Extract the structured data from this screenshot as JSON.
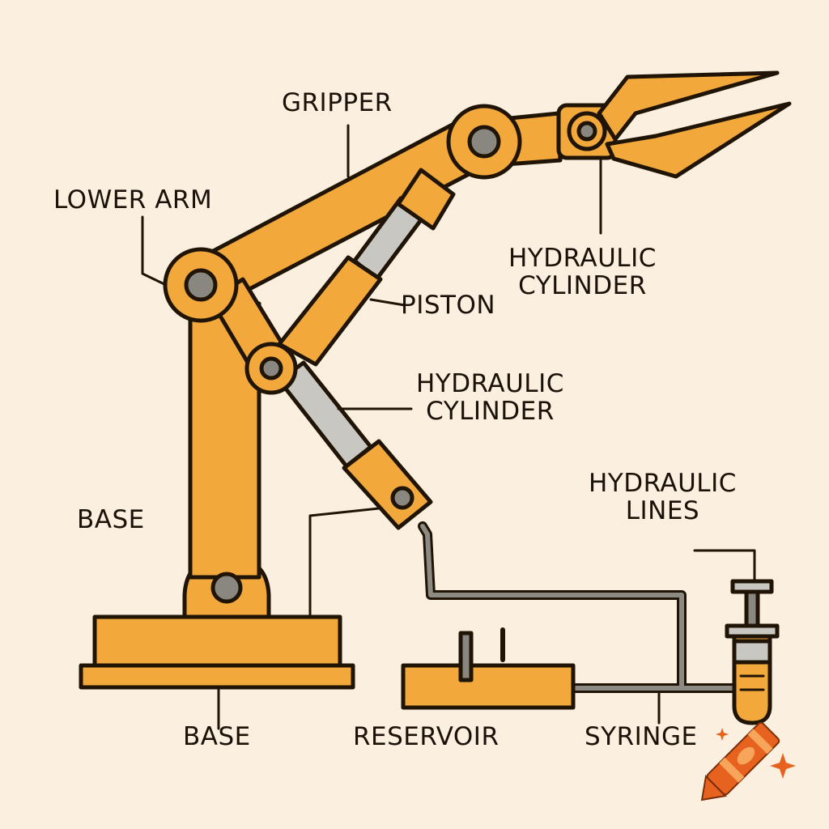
{
  "colors": {
    "background": "#fbf0e0",
    "arm": "#f2a83a",
    "outline": "#1f1405",
    "rod": "#c9c7c1",
    "pin": "#8a8680",
    "tube": "#8c8a83"
  },
  "labels": {
    "gripper": "GRIPPER",
    "lower_arm": "LOWER ARM",
    "hydraulic_cylinder_top": [
      "HYDRAULIC",
      "CYLINDER"
    ],
    "piston": "PISTON",
    "hydraulic_cylinder_mid": [
      "HYDRAULIC",
      "CYLINDER"
    ],
    "base_side": "BASE",
    "hydraulic_lines": [
      "HYDRAULIC",
      "LINES"
    ],
    "base_bottom": "BASE",
    "reservoir": "RESERVOIR",
    "syringe": "SYRINGE"
  },
  "icons": [
    "crayon-logo-icon",
    "sparkle-icon"
  ]
}
